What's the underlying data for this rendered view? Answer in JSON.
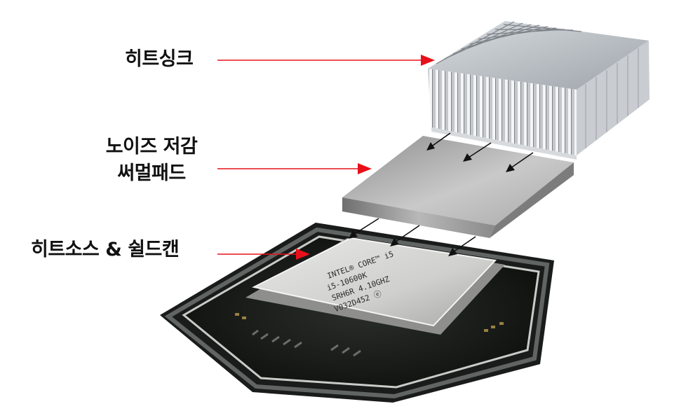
{
  "labels": {
    "heatsink": "히트싱크",
    "pad_line1": "노이즈 저감",
    "pad_line2": "써멀패드",
    "heat_source": "히트소스 & 쉴드캔"
  },
  "cpu_marking": {
    "line1": "INTEL® CORE™ i5",
    "line2": "i5-10600K",
    "line3": "SRH6R 4.10GHZ",
    "line4": "V032D452 ⓔ"
  },
  "colors": {
    "pointer_arrow": "#e8101a",
    "flow_arrow": "#111111"
  }
}
